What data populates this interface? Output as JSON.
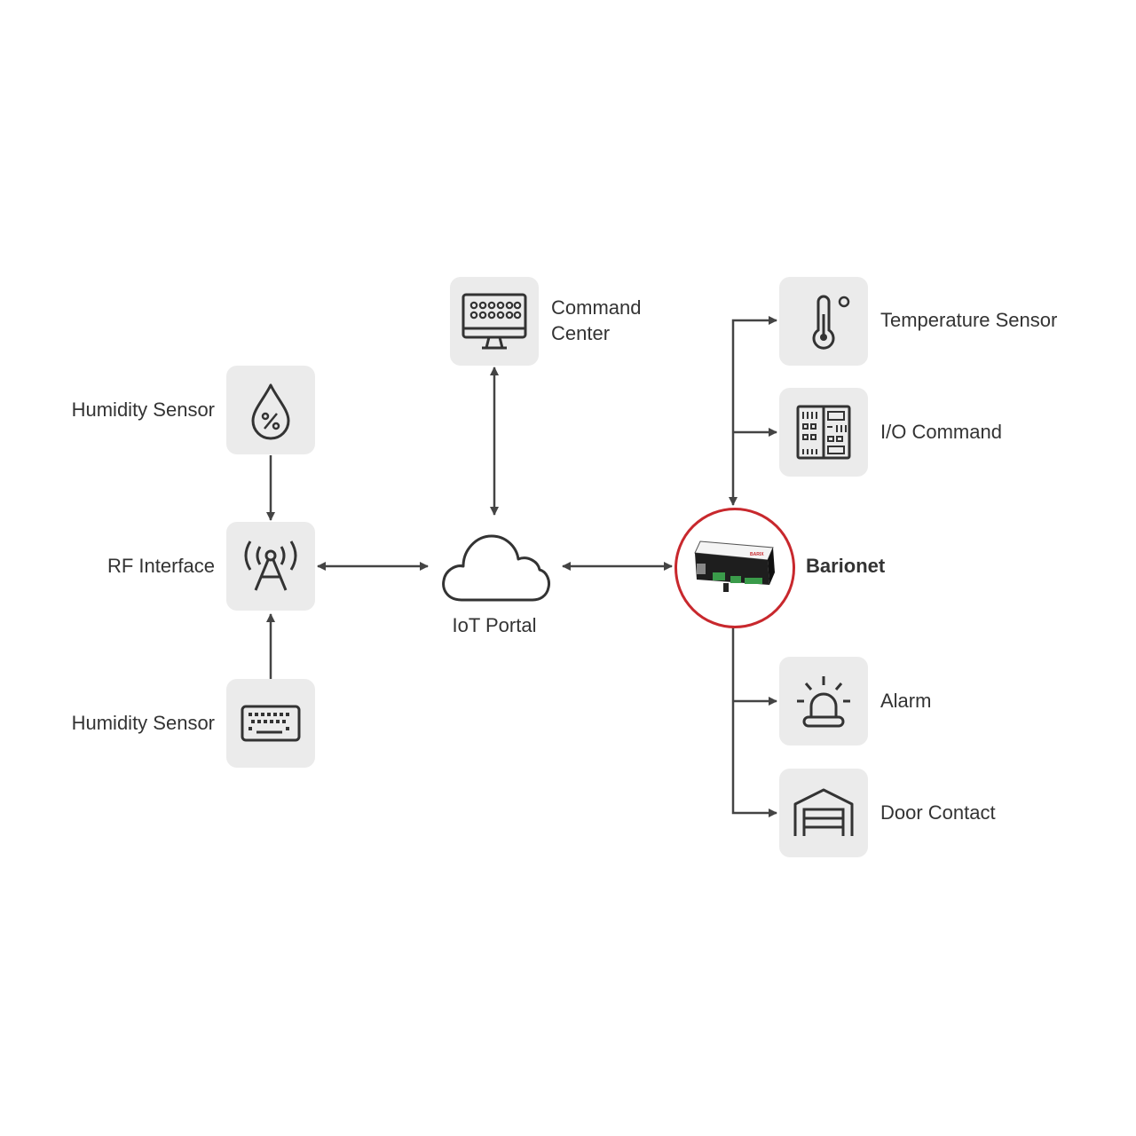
{
  "nodes": {
    "command_center": {
      "label": "Command Center",
      "icon": "monitor-icon"
    },
    "humidity_sensor_top": {
      "label": "Humidity Sensor",
      "icon": "humidity-drop-icon"
    },
    "rf_interface": {
      "label": "RF Interface",
      "icon": "antenna-tower-icon"
    },
    "humidity_sensor_bottom": {
      "label": "Humidity Sensor",
      "icon": "keypad-icon"
    },
    "iot_portal": {
      "label": "IoT Portal",
      "icon": "cloud-icon"
    },
    "barionet": {
      "label": "Barionet",
      "icon": "barionet-device-icon",
      "ring_color": "#c8282d"
    },
    "temperature_sensor": {
      "label": "Temperature Sensor",
      "icon": "thermometer-icon"
    },
    "io_command": {
      "label": "I/O Command",
      "icon": "io-panel-icon"
    },
    "alarm": {
      "label": "Alarm",
      "icon": "alarm-beacon-icon"
    },
    "door_contact": {
      "label": "Door Contact",
      "icon": "garage-door-icon"
    }
  },
  "edges": [
    {
      "from": "humidity_sensor_top",
      "to": "rf_interface",
      "direction": "one-way"
    },
    {
      "from": "humidity_sensor_bottom",
      "to": "rf_interface",
      "direction": "one-way"
    },
    {
      "from": "rf_interface",
      "to": "iot_portal",
      "direction": "two-way"
    },
    {
      "from": "command_center",
      "to": "iot_portal",
      "direction": "two-way"
    },
    {
      "from": "iot_portal",
      "to": "barionet",
      "direction": "two-way"
    },
    {
      "from": "io_command",
      "to": "barionet",
      "direction": "one-way"
    },
    {
      "from": "barionet",
      "to": "temperature_sensor",
      "direction": "one-way"
    },
    {
      "from": "barionet",
      "to": "io_command",
      "direction": "one-way"
    },
    {
      "from": "barionet",
      "to": "alarm",
      "direction": "one-way"
    },
    {
      "from": "barionet",
      "to": "door_contact",
      "direction": "one-way"
    }
  ],
  "colors": {
    "box": "#ebebeb",
    "stroke": "#333333",
    "connector": "#444444",
    "accent": "#c8282d"
  }
}
